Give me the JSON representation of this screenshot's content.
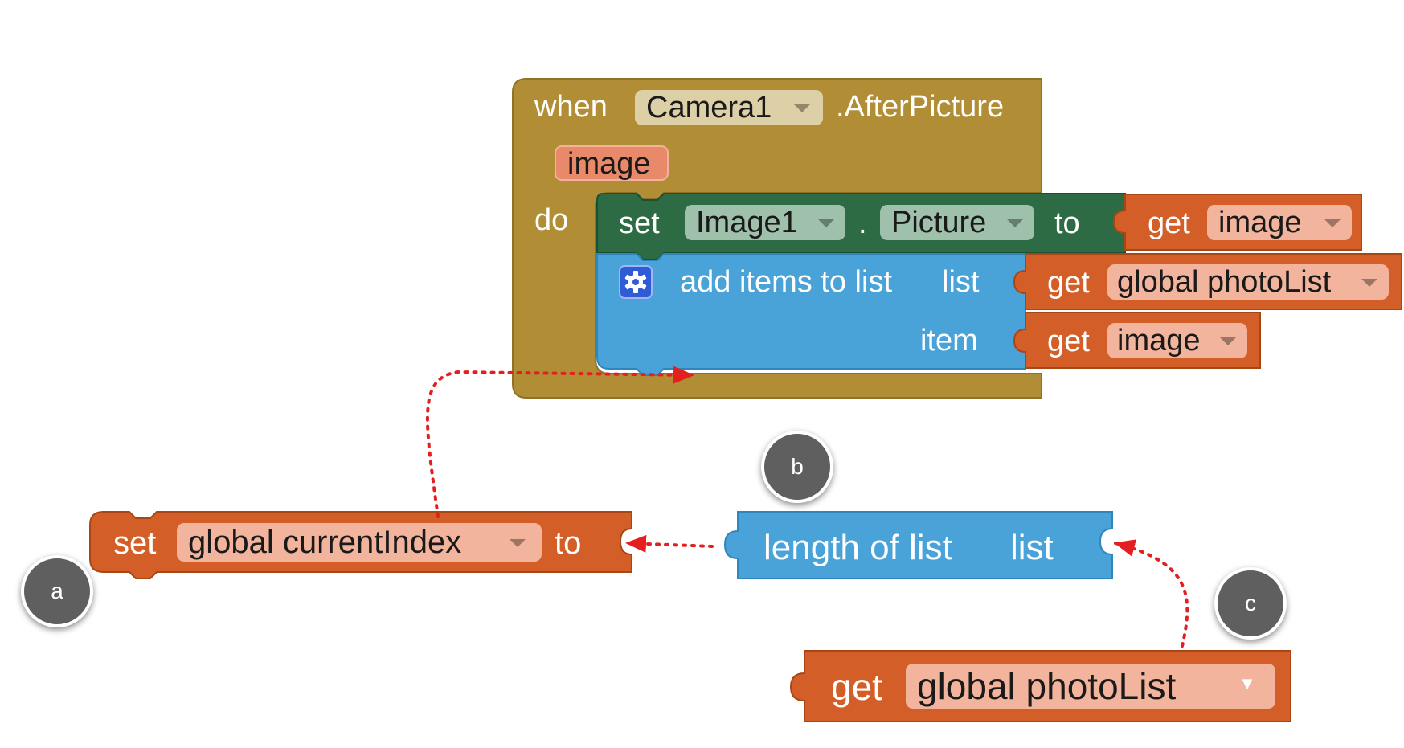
{
  "event_block": {
    "when": "when",
    "component": "Camera1",
    "event": ".AfterPicture",
    "param": "image",
    "do": "do",
    "color": "#b18e35"
  },
  "set_property_block": {
    "set": "set",
    "component": "Image1",
    "dot": ".",
    "property": "Picture",
    "to": "to",
    "color": "#2d6b45"
  },
  "get_image_1": {
    "get": "get",
    "var": "image"
  },
  "add_items_block": {
    "label": "add items to list",
    "list_label": "list",
    "item_label": "item",
    "icon": "gear-icon",
    "color": "#4aa3d8"
  },
  "get_photolist_1": {
    "get": "get",
    "var": "global photoList"
  },
  "get_image_2": {
    "get": "get",
    "var": "image"
  },
  "set_global_block": {
    "set": "set",
    "var": "global currentIndex",
    "to": "to",
    "color": "#d35e28"
  },
  "length_block": {
    "label": "length of list",
    "list_label": "list"
  },
  "get_photolist_2": {
    "get": "get",
    "var": "global photoList"
  },
  "annotations": {
    "a": "a",
    "b": "b",
    "c": "c"
  }
}
